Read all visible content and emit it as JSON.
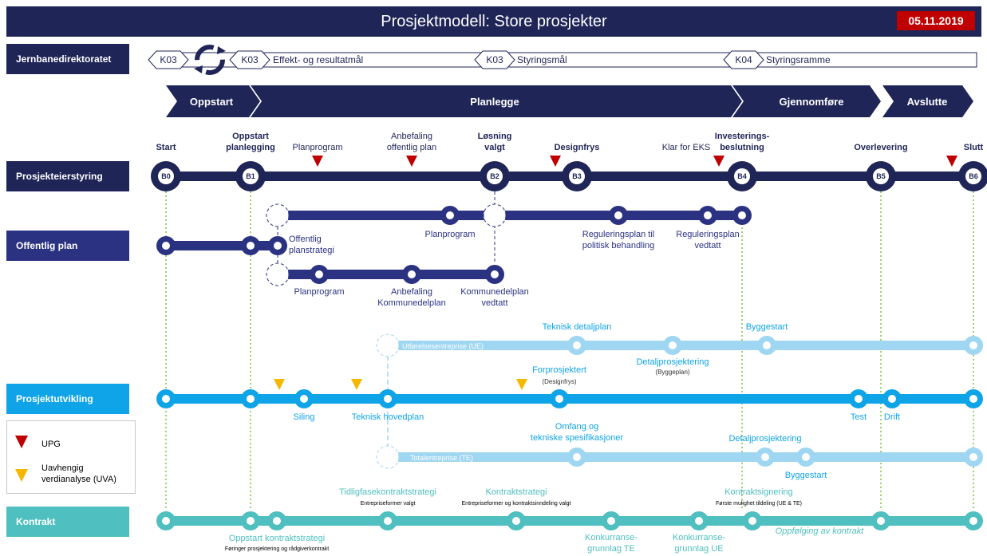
{
  "header": {
    "title": "Prosjektmodell: Store prosjekter",
    "date": "05.11.2019"
  },
  "lanes": {
    "jernbane": "Jernbanedirektoratet",
    "eier": "Prosjekteierstyring",
    "plan": "Offentlig plan",
    "utvikling": "Prosjektutvikling",
    "kontrakt": "Kontrakt"
  },
  "jbd": {
    "k03a": "K03",
    "k03b": "K03",
    "k03b_text": "Effekt- og resultatmål",
    "k03c": "K03",
    "k03c_text": "Styringsmål",
    "k04": "K04",
    "k04_text": "Styringsramme"
  },
  "phases": {
    "oppstart": "Oppstart",
    "planlegge": "Planlegge",
    "gjennomfore": "Gjennomføre",
    "avslutte": "Avslutte"
  },
  "gates": {
    "b0": "B0",
    "b1": "B1",
    "b2": "B2",
    "b3": "B3",
    "b4": "B4",
    "b5": "B5",
    "b6": "B6",
    "start": "Start",
    "oppstart_1": "Oppstart",
    "oppstart_2": "planlegging",
    "planprogram": "Planprogram",
    "anbef_1": "Anbefaling",
    "anbef_2": "offentlig plan",
    "losning_1": "Løsning",
    "losning_2": "valgt",
    "designfrys": "Designfrys",
    "klar": "Klar for EKS",
    "invest_1": "Investerings-",
    "invest_2": "beslutning",
    "overlevering": "Overlevering",
    "slutt": "Slutt"
  },
  "plan": {
    "planprogram_top": "Planprogram",
    "reg1_1": "Reguleringsplan til",
    "reg1_2": "politisk behandling",
    "reg2_1": "Reguleringsplan",
    "reg2_2": "vedtatt",
    "strat_1": "Offentlig",
    "strat_2": "planstrategi",
    "planprogram_low": "Planprogram",
    "anbef_1": "Anbefaling",
    "anbef_2": "Kommunedelplan",
    "kdp_1": "Kommunedelplan",
    "kdp_2": "vedtatt"
  },
  "ue": {
    "bar": "Utførelsesentreprise (UE)",
    "detaljplan": "Teknisk detaljplan",
    "detaljprosj": "Detaljprosjektering",
    "byggeplan": "(Byggeplan)",
    "byggestart": "Byggestart"
  },
  "pu": {
    "forprosj": "Forprosjektert",
    "designfrys": "(Designfrys)",
    "siling": "Siling",
    "hovedplan": "Teknisk hovedplan",
    "test": "Test",
    "drift": "Drift"
  },
  "te": {
    "bar": "Totalentreprise (TE)",
    "omfang_1": "Omfang og",
    "omfang_2": "tekniske spesifikasjoner",
    "detaljprosj": "Detaljprosjektering",
    "byggestart": "Byggestart"
  },
  "kontrakt": {
    "tidlig": "Tidligfasekontraktstrategi",
    "tidlig_sub": "Entrepriseformer valgt",
    "strategi": "Kontraktstrategi",
    "strategi_sub": "Entrepriseformer og kontraktsinndeling valgt",
    "signering": "Kontraktsignering",
    "signering_sub": "Første mulighet tildeling (UE & TE)",
    "oppstart": "Oppstart kontraktstrategi",
    "oppstart_sub": "Føringer prosjektering og rådgiverkontrakt",
    "kte_1": "Konkurranse-",
    "kte_2": "grunnlag TE",
    "kue_1": "Konkurranse-",
    "kue_2": "grunnlag UE",
    "oppfolging": "Oppfølging av kontrakt"
  },
  "legend": {
    "upg": "UPG",
    "uva_1": "Uavhengig",
    "uva_2": "verdianalyse (UVA)"
  },
  "colors": {
    "navy": "#1f2557",
    "plan": "#2b3282",
    "cyan": "#0fa4e8",
    "light": "#9fd6f1",
    "teal": "#4fbfbf",
    "red": "#c00000",
    "yellow": "#f5b800",
    "green": "#7dc242"
  }
}
